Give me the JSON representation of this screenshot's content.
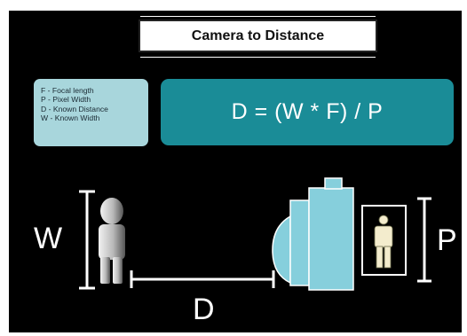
{
  "title": "Camera to Distance",
  "legend": [
    "F  - Focal length",
    "P  - Pixel Width",
    "D  - Known Distance",
    "W  - Known Width"
  ],
  "formula": "D = (W * F) / P",
  "labels": {
    "width": "W",
    "distance": "D",
    "pixel_width": "P"
  },
  "colors": {
    "background": "#000000",
    "teal": "#1a8c97",
    "light_teal": "#a8d6dc",
    "camera": "#86cfdc"
  }
}
